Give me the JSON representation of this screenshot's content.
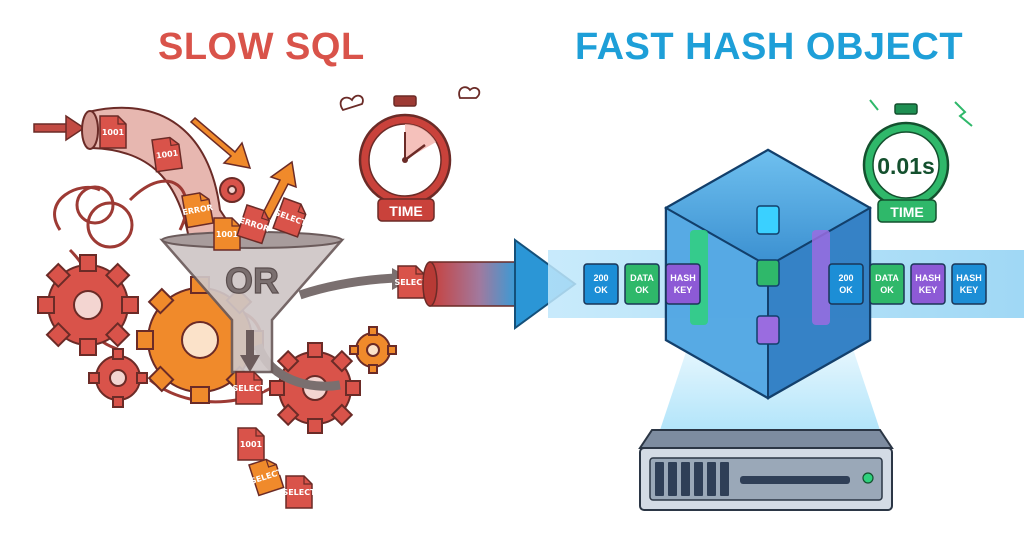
{
  "left": {
    "title": "SLOW SQL",
    "funnel_text": "OR",
    "timer_label": "TIME",
    "doc_labels": [
      "1001",
      "1001",
      "ERROR",
      "1001",
      "ERROR",
      "SELECT",
      "SELECT",
      "SELECT",
      "1001",
      "SELECT",
      "SELECT"
    ]
  },
  "right": {
    "title": "FAST HASH OBJECT",
    "timer_value": "0.01s",
    "timer_label": "TIME",
    "left_chips": [
      {
        "l1": "200",
        "l2": "OK",
        "color": "#1c8ed6"
      },
      {
        "l1": "DATA",
        "l2": "OK",
        "color": "#2fb86a"
      },
      {
        "l1": "HASH",
        "l2": "KEY",
        "color": "#8d5ad6"
      }
    ],
    "right_chips": [
      {
        "l1": "200",
        "l2": "OK",
        "color": "#1c8ed6"
      },
      {
        "l1": "DATA",
        "l2": "OK",
        "color": "#2fb86a"
      },
      {
        "l1": "HASH",
        "l2": "KEY",
        "color": "#8d5ad6"
      },
      {
        "l1": "HASH",
        "l2": "KEY",
        "color": "#1c8ed6"
      }
    ]
  },
  "colors": {
    "slow": "#d9534a",
    "fast": "#1e9fd8",
    "orange": "#f08a2b",
    "green": "#2fb86a",
    "purple": "#8d5ad6"
  }
}
